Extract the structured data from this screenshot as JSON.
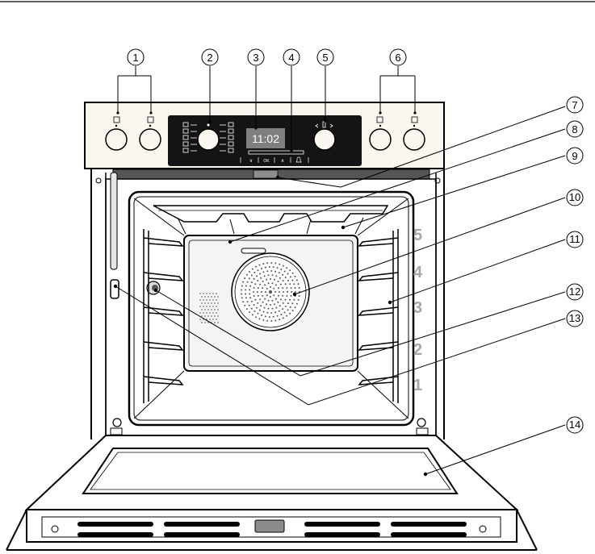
{
  "clock": {
    "time": "11:02"
  },
  "nav_buttons": [
    "∨",
    "OK",
    "∧"
  ],
  "shelf_levels": [
    "5",
    "4",
    "3",
    "2",
    "1"
  ],
  "callouts": [
    "1",
    "2",
    "3",
    "4",
    "5",
    "6",
    "7",
    "8",
    "9",
    "10",
    "11",
    "12",
    "13",
    "14"
  ]
}
